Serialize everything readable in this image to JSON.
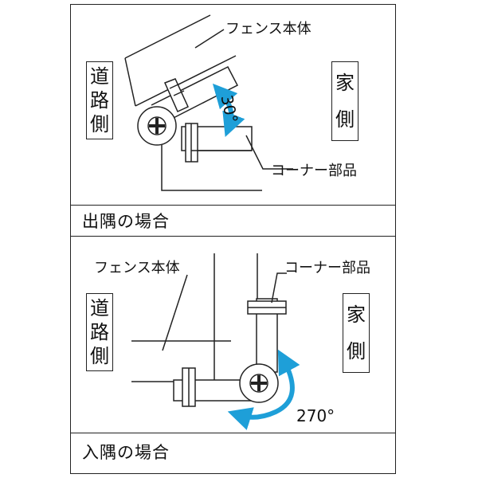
{
  "top": {
    "fence_body": "フェンス本体",
    "road_side": "道路側",
    "house_side": "家側",
    "angle": "30°",
    "corner_part": "コーナー部品",
    "caption": "出隅の場合"
  },
  "bottom": {
    "fence_body": "フェンス本体",
    "corner_part": "コーナー部品",
    "road_side": "道路側",
    "house_side": "家側",
    "angle": "270°",
    "caption": "入隅の場合"
  },
  "colors": {
    "arrow": "#1e9fd8",
    "line": "#222222"
  }
}
